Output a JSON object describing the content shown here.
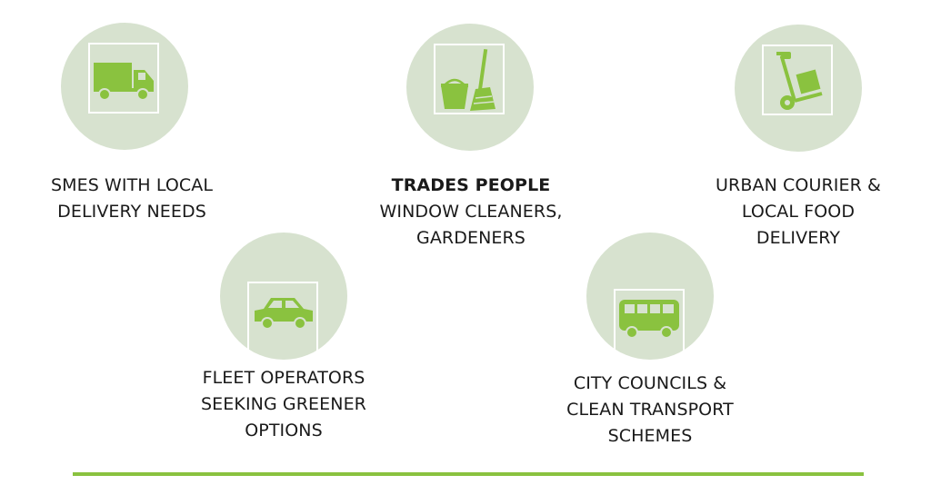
{
  "colors": {
    "accent": "#8ac23f",
    "circle": "#d7e2cf",
    "text": "#1a1a1a"
  },
  "items": [
    {
      "icon": "delivery-truck-icon",
      "lines": [
        "SMES WITH LOCAL",
        "DELIVERY NEEDS"
      ]
    },
    {
      "icon": "bucket-and-broom-icon",
      "heading": "TRADES PEOPLE",
      "lines": [
        "WINDOW CLEANERS,",
        "GARDENERS"
      ]
    },
    {
      "icon": "hand-trolley-icon",
      "lines": [
        "URBAN COURIER &",
        "LOCAL FOOD",
        "DELIVERY"
      ]
    },
    {
      "icon": "car-icon",
      "lines": [
        "FLEET OPERATORS",
        "SEEKING GREENER",
        "OPTIONS"
      ]
    },
    {
      "icon": "bus-icon",
      "lines": [
        "CITY COUNCILS &",
        "CLEAN TRANSPORT",
        "SCHEMES"
      ]
    }
  ]
}
